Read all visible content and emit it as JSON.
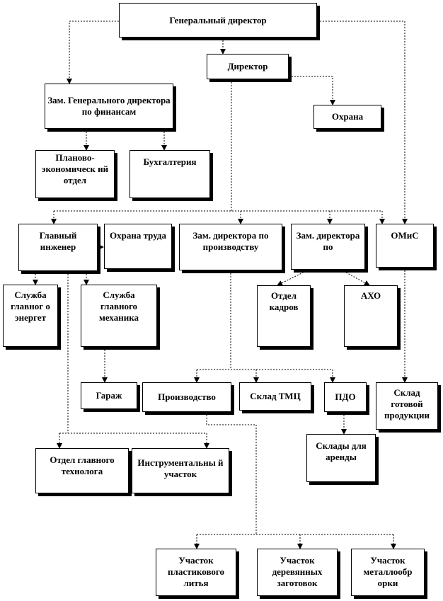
{
  "nodes": {
    "gen_director": "Генеральный директор",
    "director": "Директор",
    "deputy_finance": "Зам. Генерального директора по финансам",
    "security": "Охрана",
    "planning_dept": "Планово-экономическ ий отдел",
    "accounting": "Бухгалтерия",
    "chief_engineer": "Главный инженер",
    "labor_safety": "Охрана труда",
    "deputy_production": "Зам. директора по производству",
    "deputy_personnel": "Зам. директора по",
    "omis": "ОМиС",
    "chief_power_service": "Служба главног о энергет",
    "chief_mechanic_service": "Служба главного механика",
    "hr_dept": "Отдел кадров",
    "aho": "АХО",
    "garage": "Гараж",
    "production": "Производство",
    "tmc_warehouse": "Склад ТМЦ",
    "pdo": "ПДО",
    "finished_goods_warehouse": "Склад готовой продукции",
    "rental_warehouses": "Склады для аренды",
    "chief_technologist_dept": "Отдел главного технолога",
    "tool_section": "Инструментальны й участок",
    "plastic_casting": "Участок пластикового литья",
    "wood_blanks": "Участок деревянных заготовок",
    "metalworking": "Участок металлообр орки"
  }
}
